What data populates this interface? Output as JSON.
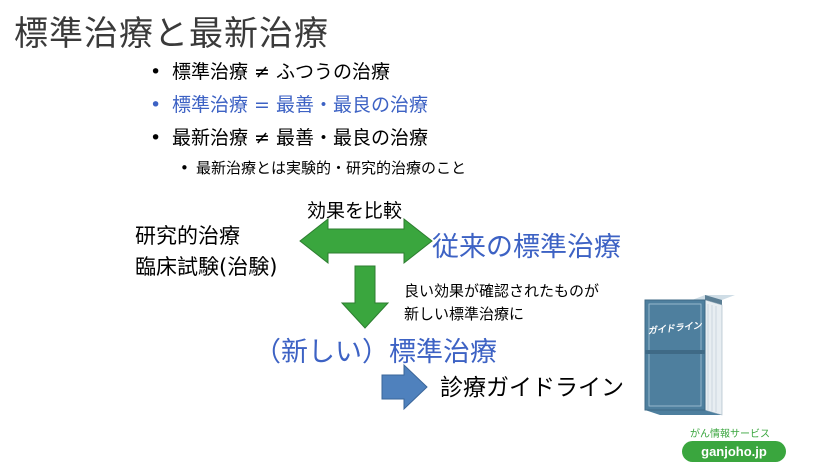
{
  "slide": {
    "title": "標準治療と最新治療",
    "bullets": [
      {
        "text": "標準治療 ≠ ふつうの治療",
        "highlight": false
      },
      {
        "text": "標準治療 = 最善・最良の治療",
        "highlight": true
      },
      {
        "text": "最新治療 ≠ 最善・最良の治療",
        "highlight": false
      }
    ],
    "sub_bullet": "最新治療とは実験的・研究的治療のこと"
  },
  "diagram": {
    "compare_label": "効果を比較",
    "research_line1": "研究的治療",
    "research_line2": "臨床試験(治験)",
    "conventional_standard": "従来の標準治療",
    "effect_line1": "良い効果が確認されたものが",
    "effect_line2": "新しい標準治療に",
    "new_standard": "（新しい）標準治療",
    "guideline": "診療ガイドライン",
    "book_label": "ガイドライン"
  },
  "branding": {
    "service_name": "がん情報サービス",
    "site": "ganjoho.jp"
  },
  "colors": {
    "blue_text": "#3d62c4",
    "green_arrow": "#3aa63e",
    "blue_arrow": "#4f81bd",
    "book": "#4e7f9e",
    "brand_green": "#3aa63e"
  }
}
